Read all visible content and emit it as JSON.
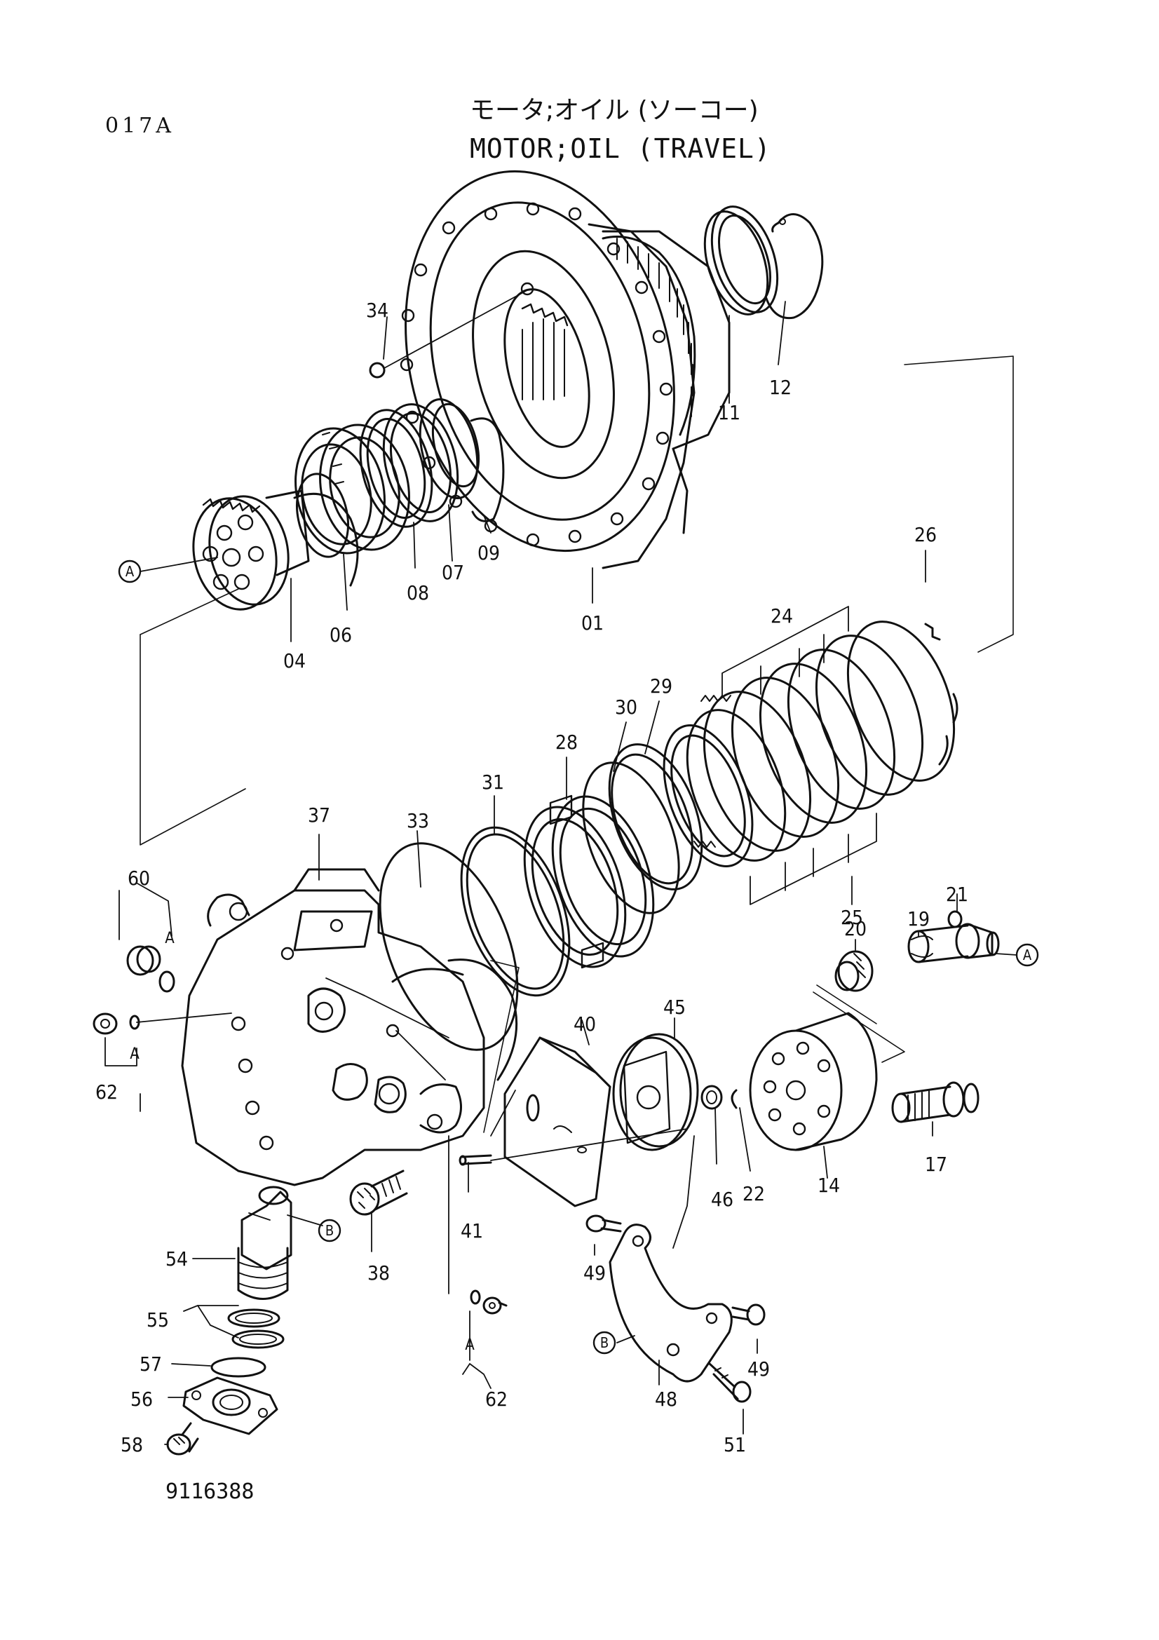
{
  "header": {
    "page_code": "017A",
    "title_jp": "モータ;オイル (ソーコー)",
    "title_en": "MOTOR;OIL (TRAVEL)"
  },
  "footer": {
    "drawing_number": "9116388"
  },
  "ref_markers": [
    "A",
    "A",
    "B",
    "B"
  ],
  "callouts": [
    "34",
    "11",
    "12",
    "09",
    "07",
    "08",
    "06",
    "04",
    "01",
    "26",
    "24",
    "29",
    "30",
    "28",
    "31",
    "33",
    "37",
    "25",
    "60",
    "A",
    "62",
    "A",
    "21",
    "19",
    "20",
    "45",
    "40",
    "46",
    "22",
    "14",
    "17",
    "41",
    "38",
    "54",
    "55",
    "57",
    "56",
    "58",
    "49",
    "49",
    "48",
    "51",
    "62",
    "A"
  ]
}
